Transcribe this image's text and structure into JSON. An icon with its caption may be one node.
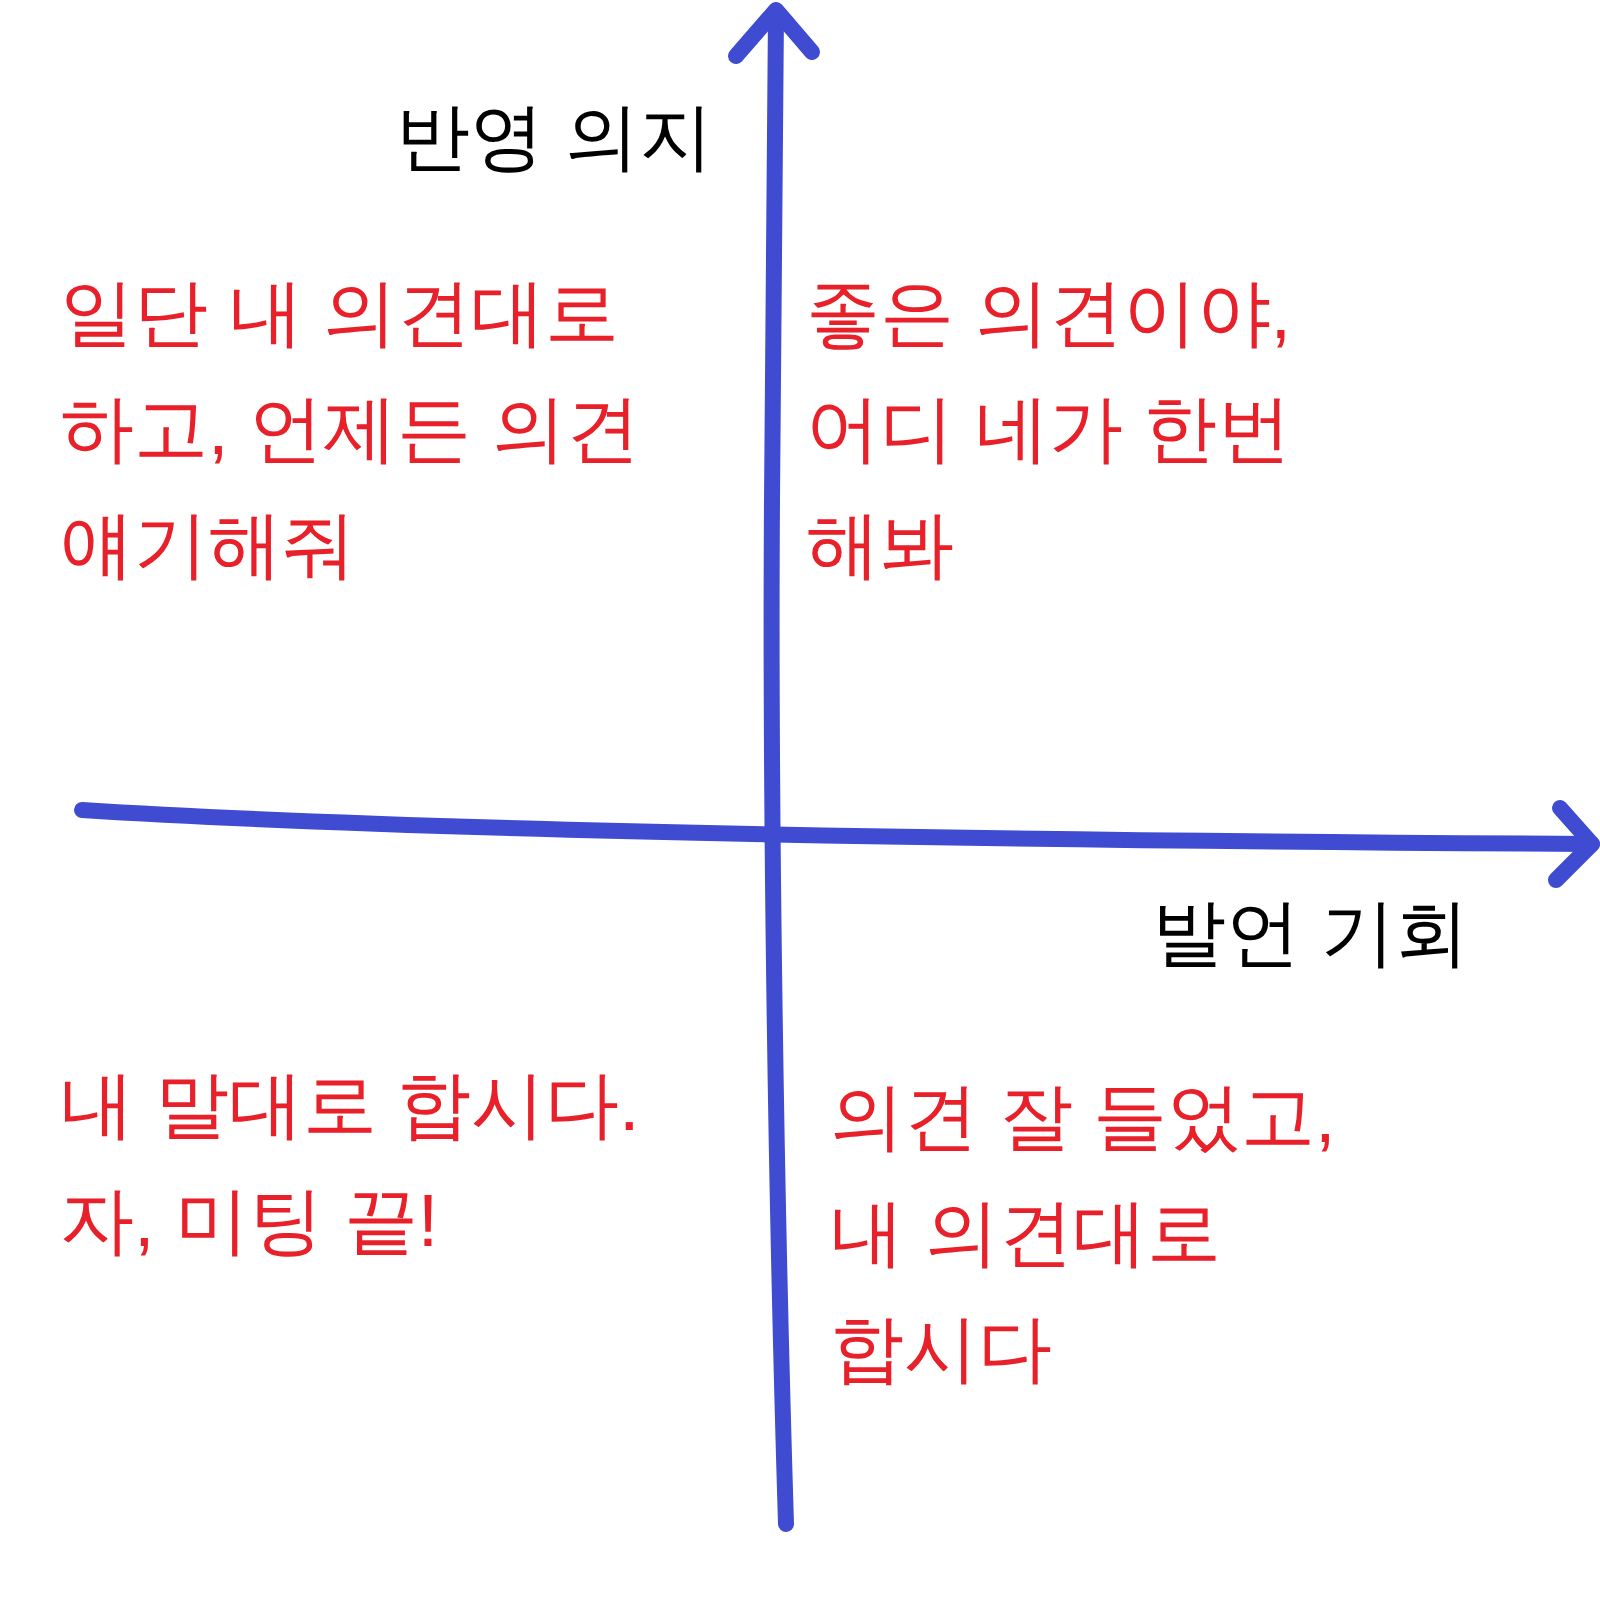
{
  "diagram": {
    "labels": [
      "반영 의지",
      "일단 내 의견대로 하고, 언제든 의견 얘기해줘",
      "좋은 의견이야, 어디 네가 한번 해봐",
      "발언 기회",
      "내 말대로 합시다. 자, 미팅 끝!",
      "의견 잘 들었고, 내 의견대로 합시다"
    ]
  }
}
